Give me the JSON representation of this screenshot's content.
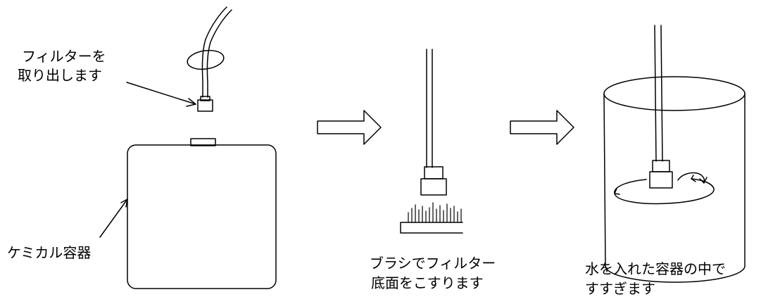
{
  "colors": {
    "stroke": "#000000",
    "background": "#ffffff"
  },
  "step1": {
    "filter_label_line1": "フィルターを",
    "filter_label_line2": "取り出します",
    "container_label": "ケミカル容器"
  },
  "step2": {
    "label_line1": "ブラシでフィルター",
    "label_line2": "底面をこすります"
  },
  "step3": {
    "label_line1": "水を入れた容器の中で",
    "label_line2": "すすぎます"
  },
  "icons": [
    "hollow-right-arrow-icon",
    "rotation-arrows-icon"
  ]
}
